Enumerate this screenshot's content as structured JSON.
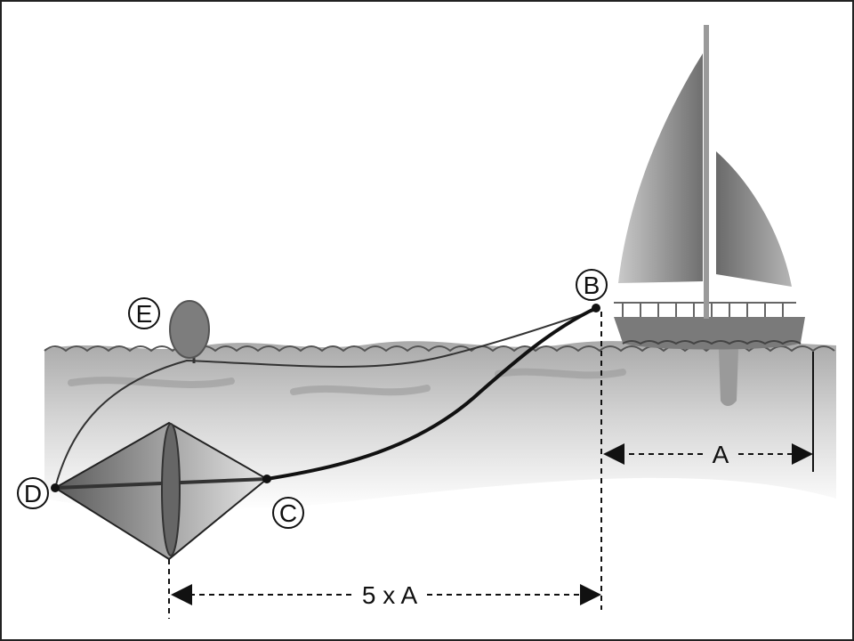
{
  "diagram": {
    "point_labels": {
      "b": "B",
      "c": "C",
      "d": "D",
      "e": "E"
    },
    "dimensions": {
      "boat_length": "A",
      "scope_length": "5 x A"
    },
    "colors": {
      "water": "#b9b9b9",
      "water_light": "#dcdcdc",
      "sail": "#8d8d8d",
      "hull": "#7a7a7a",
      "line": "#111111",
      "buoy": "#7d7d7d"
    }
  }
}
